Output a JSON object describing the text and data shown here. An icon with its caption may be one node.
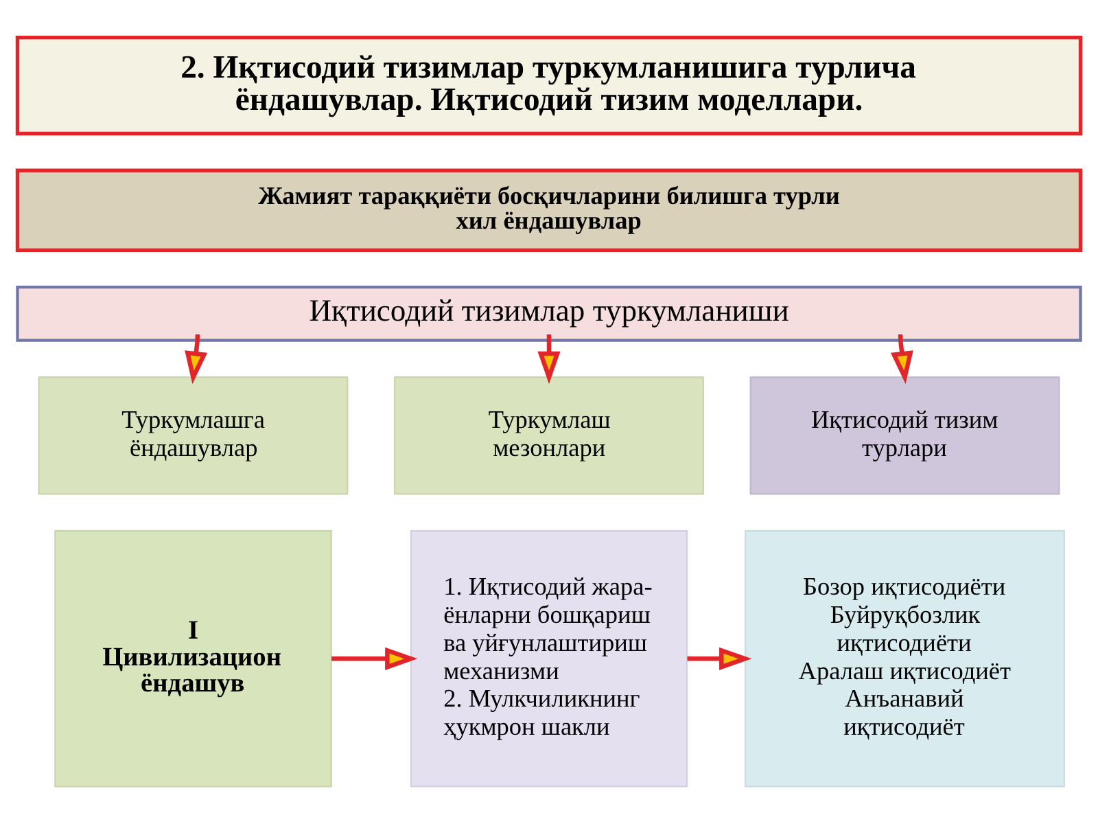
{
  "diagram": {
    "nodes": [
      {
        "text": [
          "2. Иқтисодий тизимлар туркумланишига турлича ёндашувлар. Иқтисодий тизим моделлари."
        ]
      },
      {
        "text": [
          "Жамият тараққиёти босқичларини билишга турли хил ёндашувлар"
        ]
      },
      {
        "text": [
          "Иқтисодий тизимлар туркумланиши"
        ]
      },
      {
        "text": [
          "Туркумлашга ёндашувлар"
        ]
      },
      {
        "text": [
          "Туркумлаш мезонлари"
        ]
      },
      {
        "text": [
          "Иқтисодий тизим турлари"
        ]
      },
      {
        "text": [
          "I Цивилизацион ёндашув"
        ]
      },
      {
        "text": [
          "1. Иқтисодий жара- ёнларни бошқариш ва уйғунлаштириш механизми",
          "2. Мулкчиликнинг ҳукмрон шакли"
        ]
      },
      {
        "text": [
          "Бозор иқтисодиёти",
          "Буйруқбозлик иқтисодиёти",
          "Аралаш иқтисодиёт",
          "Анъанавий иқтисодиёт"
        ]
      }
    ],
    "edges": [
      {
        "from": 2,
        "to": 3,
        "arrow": "to"
      },
      {
        "from": 2,
        "to": 4,
        "arrow": "to"
      },
      {
        "from": 2,
        "to": 5,
        "arrow": "to"
      },
      {
        "from": 6,
        "to": 7,
        "arrow": "to"
      },
      {
        "from": 7,
        "to": 8,
        "arrow": "to"
      }
    ]
  }
}
